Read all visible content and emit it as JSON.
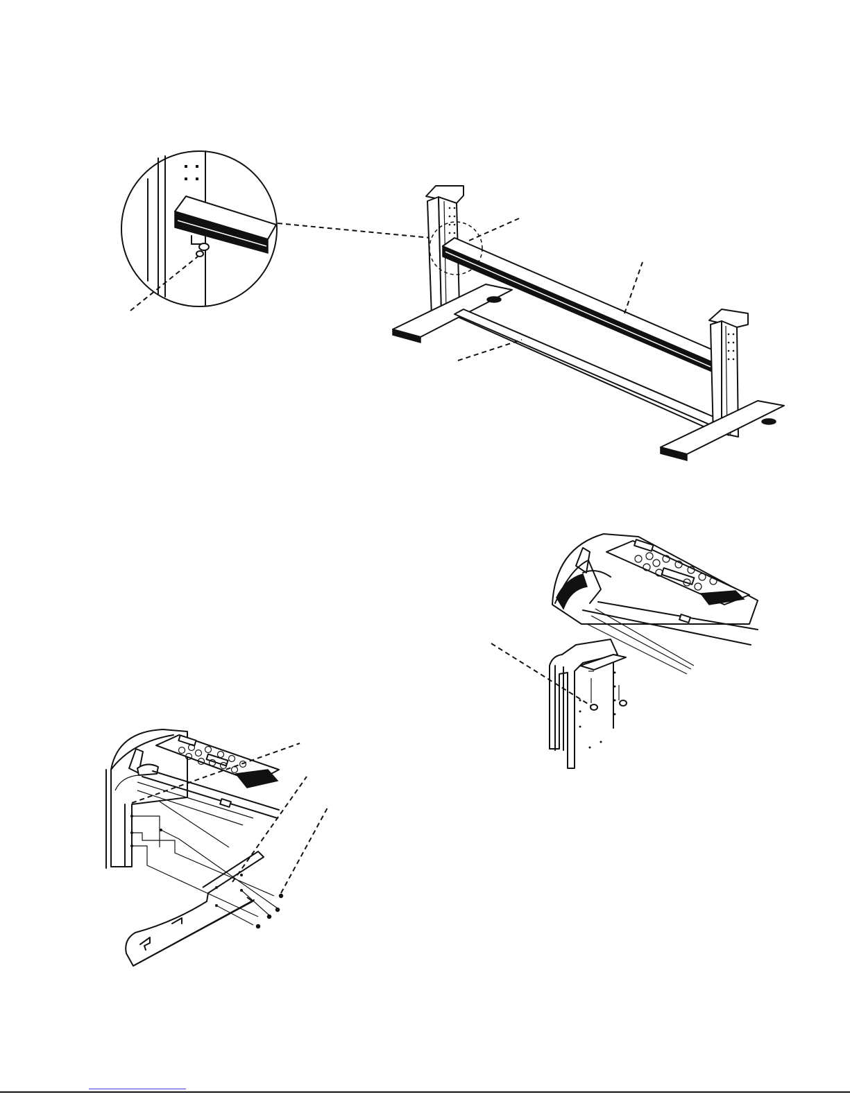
{
  "figure": {
    "views": [
      {
        "name": "stand-assembly",
        "detail": "crossbar-bolt-detail"
      },
      {
        "name": "bracket-mounting"
      },
      {
        "name": "plotter-on-stand"
      }
    ]
  },
  "colors": {
    "line": "#111111",
    "background": "#ffffff",
    "footer_link": "#3a3ae0"
  }
}
